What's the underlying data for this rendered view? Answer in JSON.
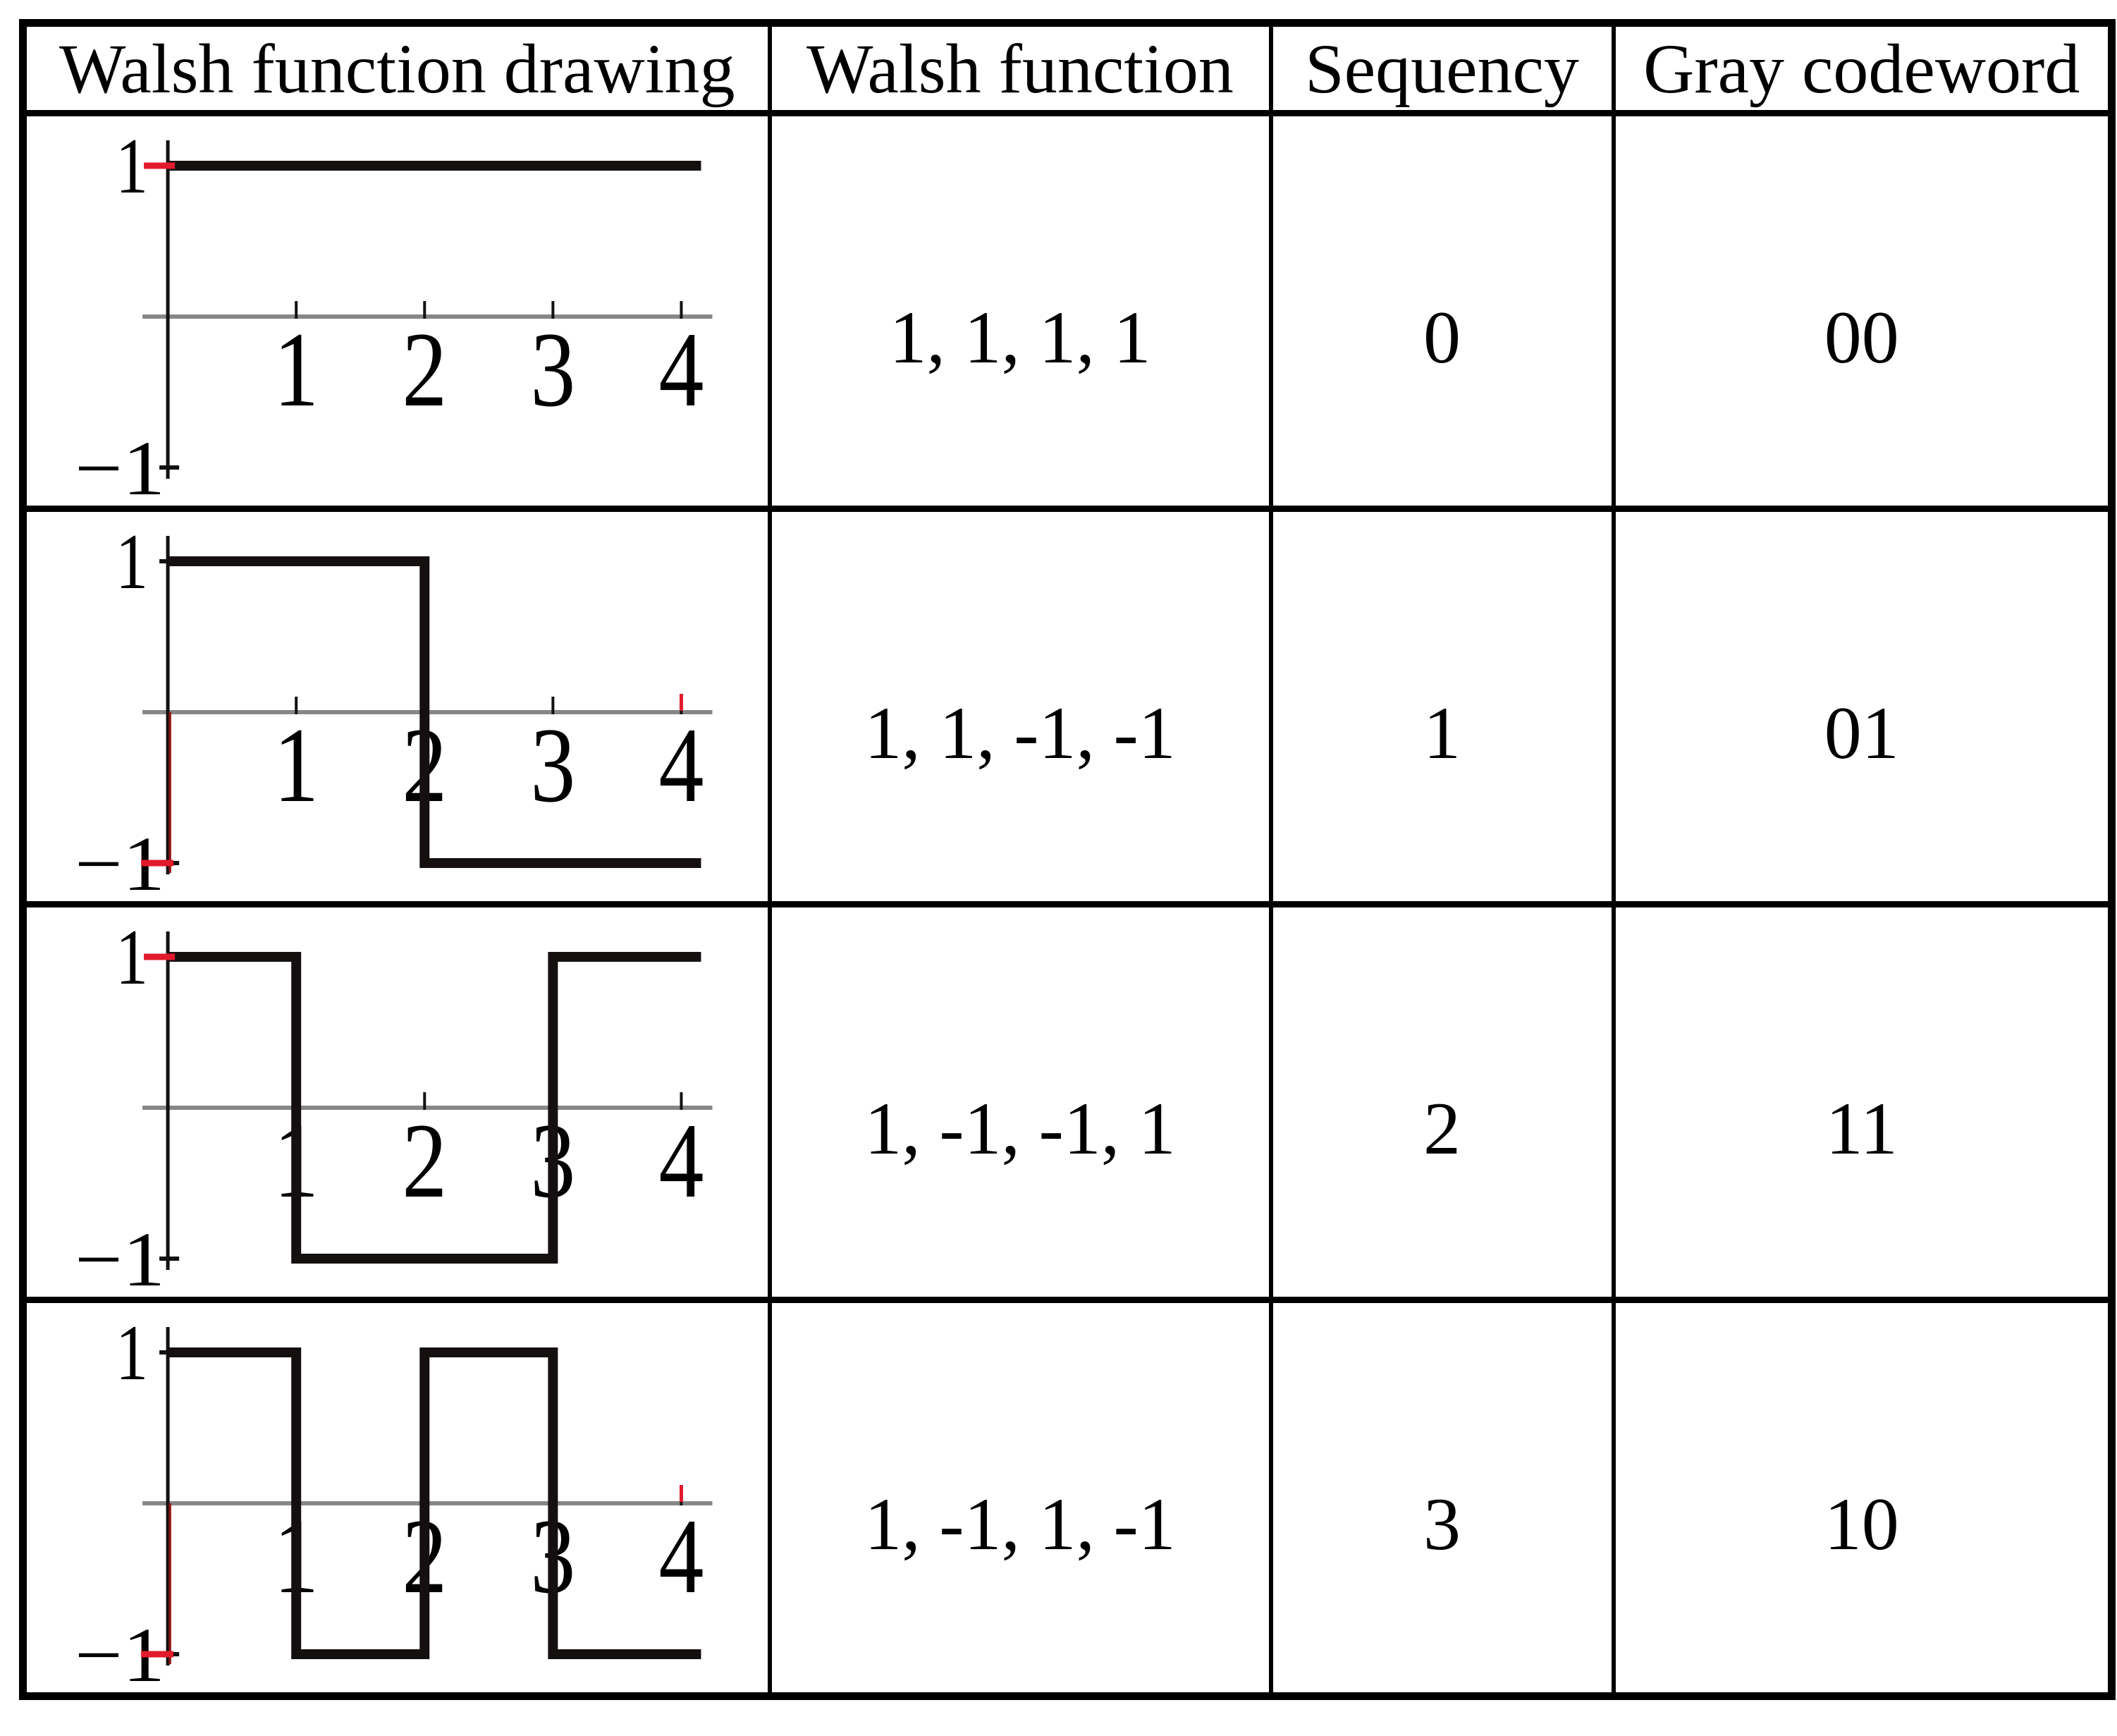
{
  "header": {
    "columns": [
      "Walsh function drawing",
      "Walsh function",
      "Sequency",
      "Gray codeword"
    ]
  },
  "rows": [
    {
      "walsh_function": "1, 1, 1, 1",
      "sequency": "0",
      "gray_codeword": "00",
      "drawing": {
        "levels": [
          1,
          1,
          1,
          1
        ],
        "x_tick_labels": [
          "1",
          "2",
          "3",
          "4"
        ],
        "y_top_label": "1",
        "y_bottom_label": "−1",
        "red_marks": [
          "start-dash"
        ]
      }
    },
    {
      "walsh_function": "1, 1, -1, -1",
      "sequency": "1",
      "gray_codeword": "01",
      "drawing": {
        "levels": [
          1,
          1,
          -1,
          -1
        ],
        "x_tick_labels": [
          "1",
          "2",
          "3",
          "4"
        ],
        "y_top_label": "1",
        "y_bottom_label": "−1",
        "red_marks": [
          "neg-y-axis",
          "neg1-dash",
          "tick4-red"
        ]
      }
    },
    {
      "walsh_function": "1, -1, -1, 1",
      "sequency": "2",
      "gray_codeword": "11",
      "drawing": {
        "levels": [
          1,
          -1,
          -1,
          1
        ],
        "x_tick_labels": [
          "1",
          "2",
          "3",
          "4"
        ],
        "y_top_label": "1",
        "y_bottom_label": "−1",
        "red_marks": [
          "start-dash"
        ]
      }
    },
    {
      "walsh_function": "1, -1, 1, -1",
      "sequency": "3",
      "gray_codeword": "10",
      "drawing": {
        "levels": [
          1,
          -1,
          1,
          -1
        ],
        "x_tick_labels": [
          "1",
          "2",
          "3",
          "4"
        ],
        "y_top_label": "1",
        "y_bottom_label": "−1",
        "red_marks": [
          "neg-y-axis",
          "neg1-dash",
          "tick4-red"
        ]
      }
    }
  ],
  "colors": {
    "border": "#000000",
    "waveform": "#151010",
    "axis_gray": "#878787",
    "tick_black": "#111111",
    "red_accent": "#e21a2c",
    "dark_red": "#8e1717",
    "text": "#000000"
  },
  "chart_data": [
    {
      "type": "line",
      "style": "step",
      "step_levels": [
        1,
        1,
        1,
        1
      ],
      "x_ticks": [
        1,
        2,
        3,
        4
      ],
      "y_ticks": [
        1,
        -1
      ],
      "xlim": [
        0,
        4.1
      ],
      "ylim": [
        -1.25,
        1.25
      ],
      "grid": false,
      "legend": false
    },
    {
      "type": "line",
      "style": "step",
      "step_levels": [
        1,
        1,
        -1,
        -1
      ],
      "x_ticks": [
        1,
        2,
        3,
        4
      ],
      "y_ticks": [
        1,
        -1
      ],
      "xlim": [
        0,
        4.1
      ],
      "ylim": [
        -1.25,
        1.25
      ],
      "grid": false,
      "legend": false
    },
    {
      "type": "line",
      "style": "step",
      "step_levels": [
        1,
        -1,
        -1,
        1
      ],
      "x_ticks": [
        1,
        2,
        3,
        4
      ],
      "y_ticks": [
        1,
        -1
      ],
      "xlim": [
        0,
        4.1
      ],
      "ylim": [
        -1.25,
        1.25
      ],
      "grid": false,
      "legend": false
    },
    {
      "type": "line",
      "style": "step",
      "step_levels": [
        1,
        -1,
        1,
        -1
      ],
      "x_ticks": [
        1,
        2,
        3,
        4
      ],
      "y_ticks": [
        1,
        -1
      ],
      "xlim": [
        0,
        4.1
      ],
      "ylim": [
        -1.25,
        1.25
      ],
      "grid": false,
      "legend": false
    }
  ]
}
